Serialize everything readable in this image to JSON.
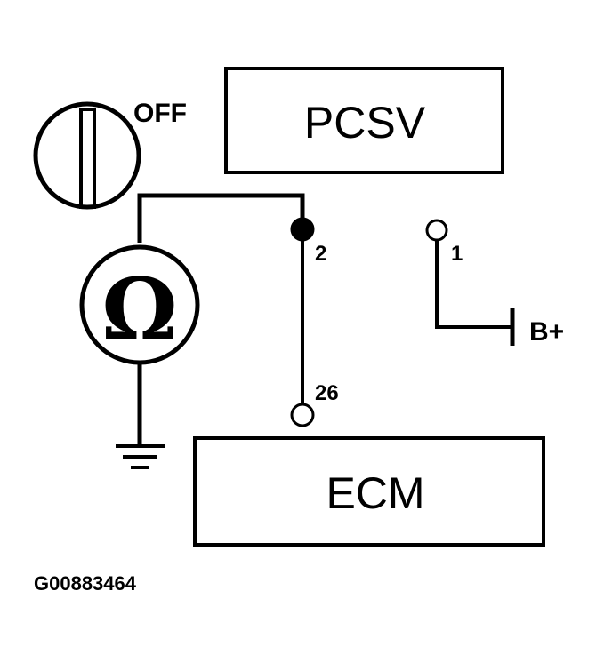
{
  "ignition": {
    "state_label": "OFF"
  },
  "components": {
    "pcsv_label": "PCSV",
    "ecm_label": "ECM"
  },
  "meter": {
    "symbol": "Ω",
    "icon": "ohmmeter-icon"
  },
  "pins": {
    "pin_2": "2",
    "pin_1": "1",
    "pin_26": "26"
  },
  "supply": {
    "label": "B+"
  },
  "figure": {
    "id": "G00883464"
  }
}
